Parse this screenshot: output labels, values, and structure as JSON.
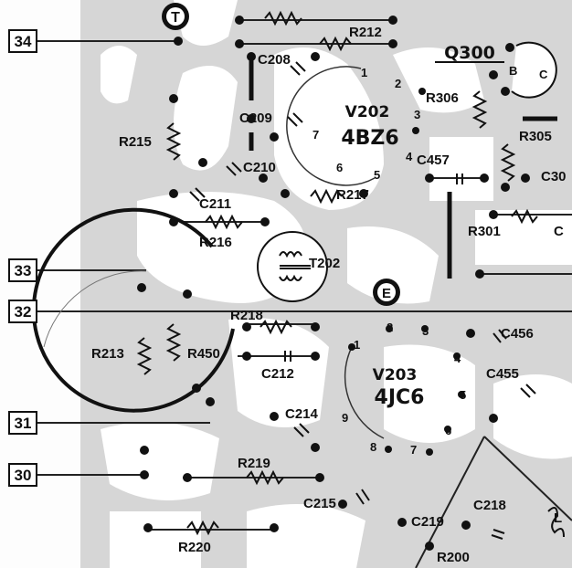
{
  "test_points": [
    {
      "id": "tp-34",
      "label": "34"
    },
    {
      "id": "tp-33",
      "label": "33"
    },
    {
      "id": "tp-32",
      "label": "32"
    },
    {
      "id": "tp-31",
      "label": "31"
    },
    {
      "id": "tp-30",
      "label": "30"
    }
  ],
  "tubes": [
    {
      "id": "v202",
      "ref": "V202",
      "type": "4BZ6",
      "pins": [
        "1",
        "2",
        "3",
        "4",
        "5",
        "6",
        "7"
      ]
    },
    {
      "id": "v203",
      "ref": "V203",
      "type": "4JC6",
      "pins": [
        "1",
        "2",
        "3",
        "4",
        "5",
        "6",
        "7",
        "8",
        "9"
      ]
    }
  ],
  "transistor": {
    "ref": "Q300",
    "pins": [
      "B",
      "C"
    ]
  },
  "transformer": {
    "ref": "T202"
  },
  "markers": {
    "top": "T",
    "e": "E"
  },
  "resistors": [
    "R212",
    "R215",
    "R216",
    "R217",
    "R218",
    "R213",
    "R450",
    "R219",
    "R220",
    "R306",
    "R305",
    "R301"
  ],
  "capacitors": [
    "C208",
    "C209",
    "C210",
    "C211",
    "C212",
    "C214",
    "C215",
    "C219",
    "C218",
    "C457",
    "C456",
    "C455",
    "C30",
    "C"
  ],
  "partial_labels": {
    "r200": "R200",
    "l": "L"
  }
}
